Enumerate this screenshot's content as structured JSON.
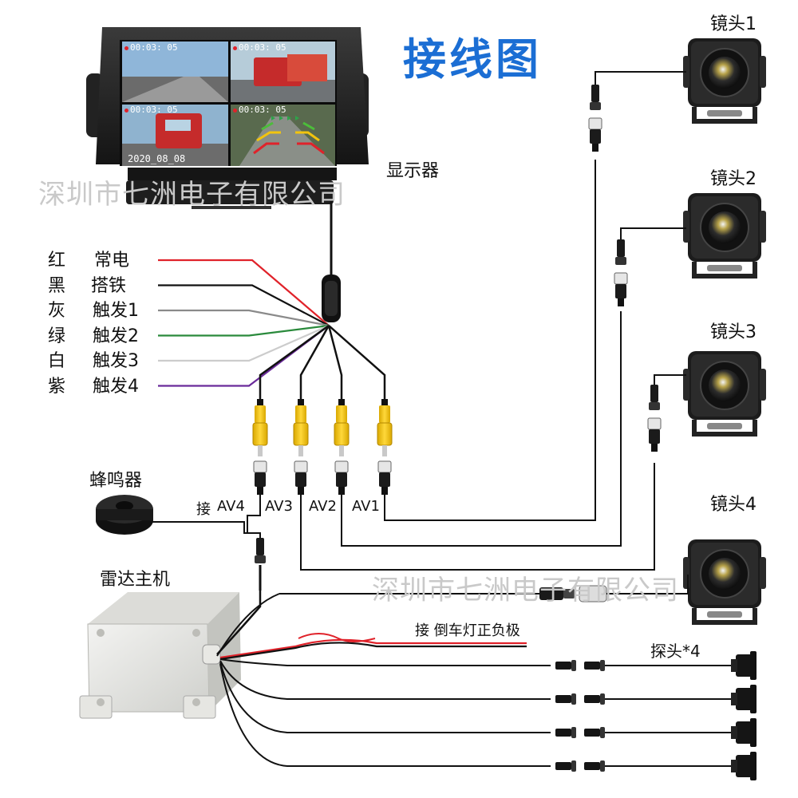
{
  "title": "接线图",
  "title_color": "#1b6ed4",
  "watermark": "深圳市七洲电子有限公司",
  "monitor": {
    "label": "显示器",
    "timestamps": [
      "00:03: 05",
      "00:03: 05",
      "00:03: 05",
      "00:03: 05"
    ],
    "date": "2020_08_08",
    "rec_dot_color": "#e0222a"
  },
  "wire_legend": [
    {
      "color_name": "红",
      "function": "常电",
      "wire_color": "#e0222a"
    },
    {
      "color_name": "黑",
      "function": "搭铁",
      "wire_color": "#111111"
    },
    {
      "color_name": "灰",
      "function": "触发1",
      "wire_color": "#8a8a8a"
    },
    {
      "color_name": "绿",
      "function": "触发2",
      "wire_color": "#2a8a3c"
    },
    {
      "color_name": "白",
      "function": "触发3",
      "wire_color": "#cccccc"
    },
    {
      "color_name": "紫",
      "function": "触发4",
      "wire_color": "#6a2a9a"
    }
  ],
  "av_ports": {
    "prefix": "接",
    "labels": [
      "AV4",
      "AV3",
      "AV2",
      "AV1"
    ],
    "connector_color": "#f2c40e"
  },
  "cameras": [
    "镜头1",
    "镜头2",
    "镜头3",
    "镜头4"
  ],
  "buzzer": {
    "label": "蜂鸣器"
  },
  "radar": {
    "label": "雷达主机"
  },
  "reverse_light": {
    "label": "接  倒车灯正负极"
  },
  "probes": {
    "label": "探头*4",
    "count": 4
  }
}
